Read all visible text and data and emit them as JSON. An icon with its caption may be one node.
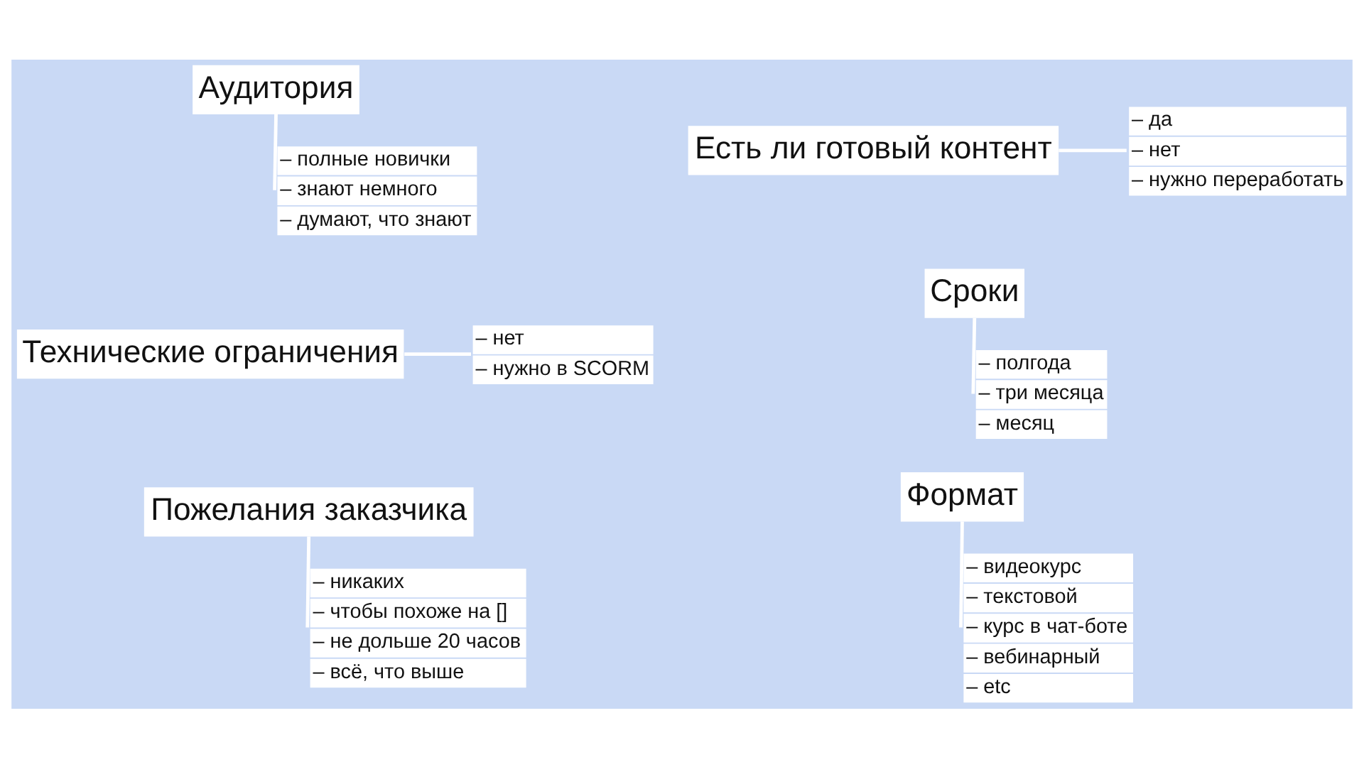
{
  "diagram": {
    "nodes": [
      {
        "text": [
          "Аудитория"
        ]
      },
      {
        "text": [
          "Есть ли готовый контент"
        ]
      },
      {
        "text": [
          "– да",
          "– нет",
          "– нужно переработать"
        ]
      },
      {
        "text": [
          "– полные новички",
          "– знают немного",
          "– думают, что знают"
        ]
      },
      {
        "text": [
          "Сроки"
        ]
      },
      {
        "text": [
          "– полгода",
          "– три месяца",
          "– месяц"
        ]
      },
      {
        "text": [
          "Технические ограничения"
        ]
      },
      {
        "text": [
          "– нет",
          "– нужно в SCORM"
        ]
      },
      {
        "text": [
          "Пожелания заказчика"
        ]
      },
      {
        "text": [
          "Формат"
        ]
      },
      {
        "text": [
          "– никаких",
          "– чтобы похоже на []",
          "– не дольше 20 часов",
          "– всё, что выше"
        ]
      },
      {
        "text": [
          "– видеокурс",
          "– текстовой",
          "– курс в чат-боте",
          "– вебинарный",
          "– etc"
        ]
      }
    ],
    "edges": [
      {
        "from": 0,
        "to": 3,
        "arrow": "none"
      },
      {
        "from": 1,
        "to": 2,
        "arrow": "none"
      },
      {
        "from": 4,
        "to": 5,
        "arrow": "none"
      },
      {
        "from": 6,
        "to": 7,
        "arrow": "none"
      },
      {
        "from": 8,
        "to": 10,
        "arrow": "none"
      },
      {
        "from": 9,
        "to": 11,
        "arrow": "none"
      }
    ]
  }
}
